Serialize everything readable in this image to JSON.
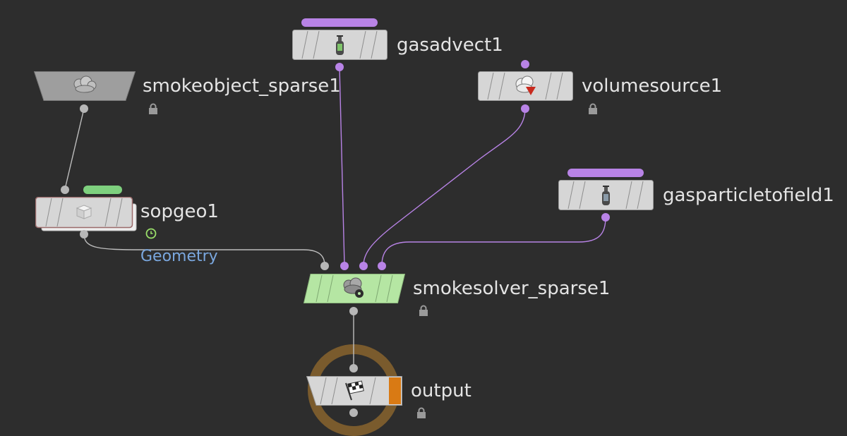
{
  "nodes": {
    "gasadvect": {
      "name": "gasadvect1",
      "icon": "gas-cylinder-icon",
      "flag_color": "#b883e6"
    },
    "smokeobject": {
      "name": "smokeobject_sparse1",
      "icon": "smoke-cloud-icon"
    },
    "volumesource": {
      "name": "volumesource1",
      "icon": "volume-source-icon"
    },
    "gasparticle": {
      "name": "gasparticletofield1",
      "icon": "gas-cylinder-icon",
      "flag_color": "#b883e6"
    },
    "sopgeo": {
      "name": "sopgeo1",
      "icon": "cube-icon",
      "flag_color": "#7ed07e",
      "output_label": "Geometry"
    },
    "smokesolver": {
      "name": "smokesolver_sparse1",
      "icon": "smoke-solver-icon",
      "color": "#b5e6a3"
    },
    "output": {
      "name": "output",
      "icon": "checkered-flag-icon",
      "display_flag_color": "#d97a14"
    }
  },
  "colors": {
    "background": "#2d2d2d",
    "node_body": "#d6d6d6",
    "wire_purple": "#b883e6",
    "wire_grey": "#bdbdbd",
    "output_ring": "#7a5b2d"
  }
}
